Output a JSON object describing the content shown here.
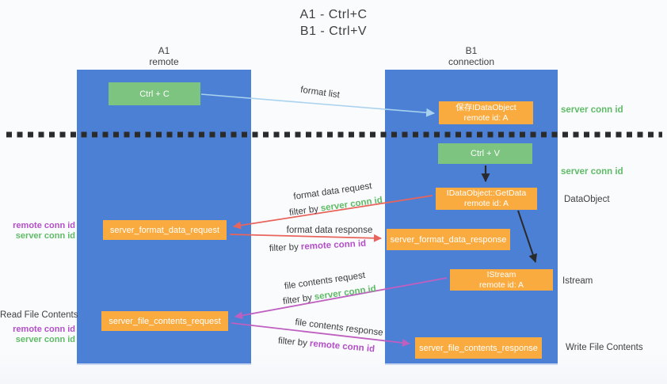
{
  "title": {
    "line1": "A1 - Ctrl+C",
    "line2": "B1 - Ctrl+V"
  },
  "lanes": {
    "left": {
      "title": "A1",
      "subtitle": "remote"
    },
    "right": {
      "title": "B1",
      "subtitle": "connection"
    }
  },
  "boxes": {
    "ctrl_c": {
      "label": "Ctrl + C"
    },
    "save_idataobject": {
      "line1": "保存IDataObject",
      "line2": "remote id: A"
    },
    "ctrl_v": {
      "label": "Ctrl + V"
    },
    "getdata": {
      "line1": "IDataObject::GetData",
      "line2": "remote id: A"
    },
    "format_request": {
      "label": "server_format_data_request"
    },
    "format_response": {
      "label": "server_format_data_response"
    },
    "istream": {
      "line1": "IStream",
      "line2": "remote id: A"
    },
    "file_request": {
      "label": "server_file_contents_request"
    },
    "file_response": {
      "label": "server_file_contents_response"
    }
  },
  "arrow_labels": {
    "format_list": "format list",
    "format_data_request": "format data request",
    "format_data_response": "format data response",
    "file_contents_request": "file contents request",
    "file_contents_response": "file contents response",
    "filter_by": "filter by",
    "server_conn_id": "server conn id",
    "remote_conn_id": "remote conn id"
  },
  "side_labels": {
    "server_conn_id_top": "server conn id",
    "server_conn_id_mid": "server conn id",
    "dataobject": "DataObject",
    "istream": "Istream",
    "write_file_contents": "Write File Contents",
    "read_file_contents": "Read File Contents",
    "mid_remote_conn_id": "remote conn id",
    "mid_server_conn_id": "server conn id",
    "read_remote_conn_id": "remote conn id",
    "read_server_conn_id": "server conn id"
  },
  "colors": {
    "lane_blue": "#4b80d5",
    "box_green": "#7cc47f",
    "box_orange": "#f9ab40",
    "arrow_blue": "#a8d2ee",
    "arrow_black": "#2a2a2a",
    "arrow_red": "#e8645c",
    "arrow_magenta": "#bf5fc0",
    "text_green": "#5fbb66",
    "text_purple": "#b34fc8",
    "dotted_line": "#2b2b2b"
  }
}
